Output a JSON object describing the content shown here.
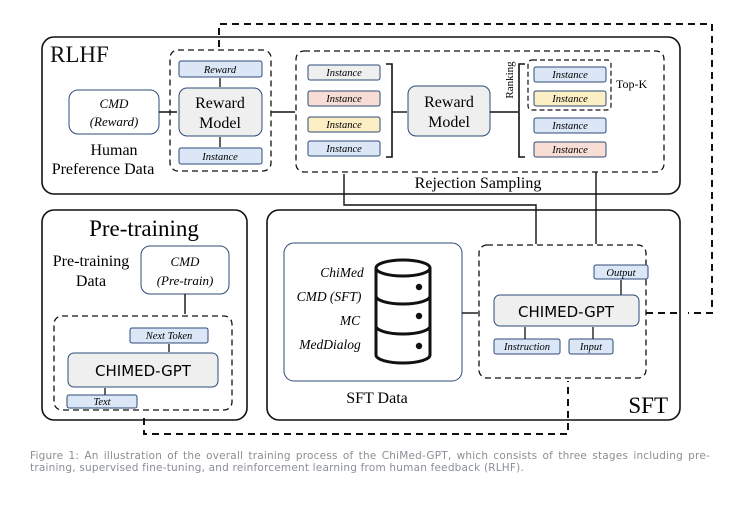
{
  "rlhf": {
    "title": "RLHF",
    "cmd_line1": "CMD",
    "cmd_line2": "(Reward)",
    "human_line1": "Human",
    "human_line2": "Preference Data",
    "reward_label": "Reward",
    "reward_model_line1": "Reward",
    "reward_model_line2": "Model",
    "instance_label": "Instance",
    "rejection_sampling": "Rejection Sampling",
    "ranking": "Ranking",
    "top_k": "Top-K"
  },
  "pretraining": {
    "title": "Pre-training",
    "data_line1": "Pre-training",
    "data_line2": "Data",
    "cmd_line1": "CMD",
    "cmd_line2": "(Pre-train)",
    "next_token": "Next Token",
    "model_name": "CHIMED-GPT",
    "text": "Text"
  },
  "sft": {
    "title": "SFT",
    "datasets": [
      "ChiMed",
      "CMD (SFT)",
      "MC",
      "MedDialog"
    ],
    "sft_data": "SFT Data",
    "output": "Output",
    "model_name": "CHIMED-GPT",
    "instruction": "Instruction",
    "input": "Input"
  },
  "colors": {
    "blue_box": "#dbe7f7",
    "pink_box": "#f8ddd4",
    "yellow_box": "#fcefc4",
    "gray_box": "#efefef",
    "border": "#111111",
    "caption": "#8a8f96"
  },
  "caption": "Figure 1: An illustration of the overall training process of the ChiMed-GPT, which consists of three stages including pre-training, supervised fine-tuning, and reinforcement learning from human feedback (RLHF)."
}
